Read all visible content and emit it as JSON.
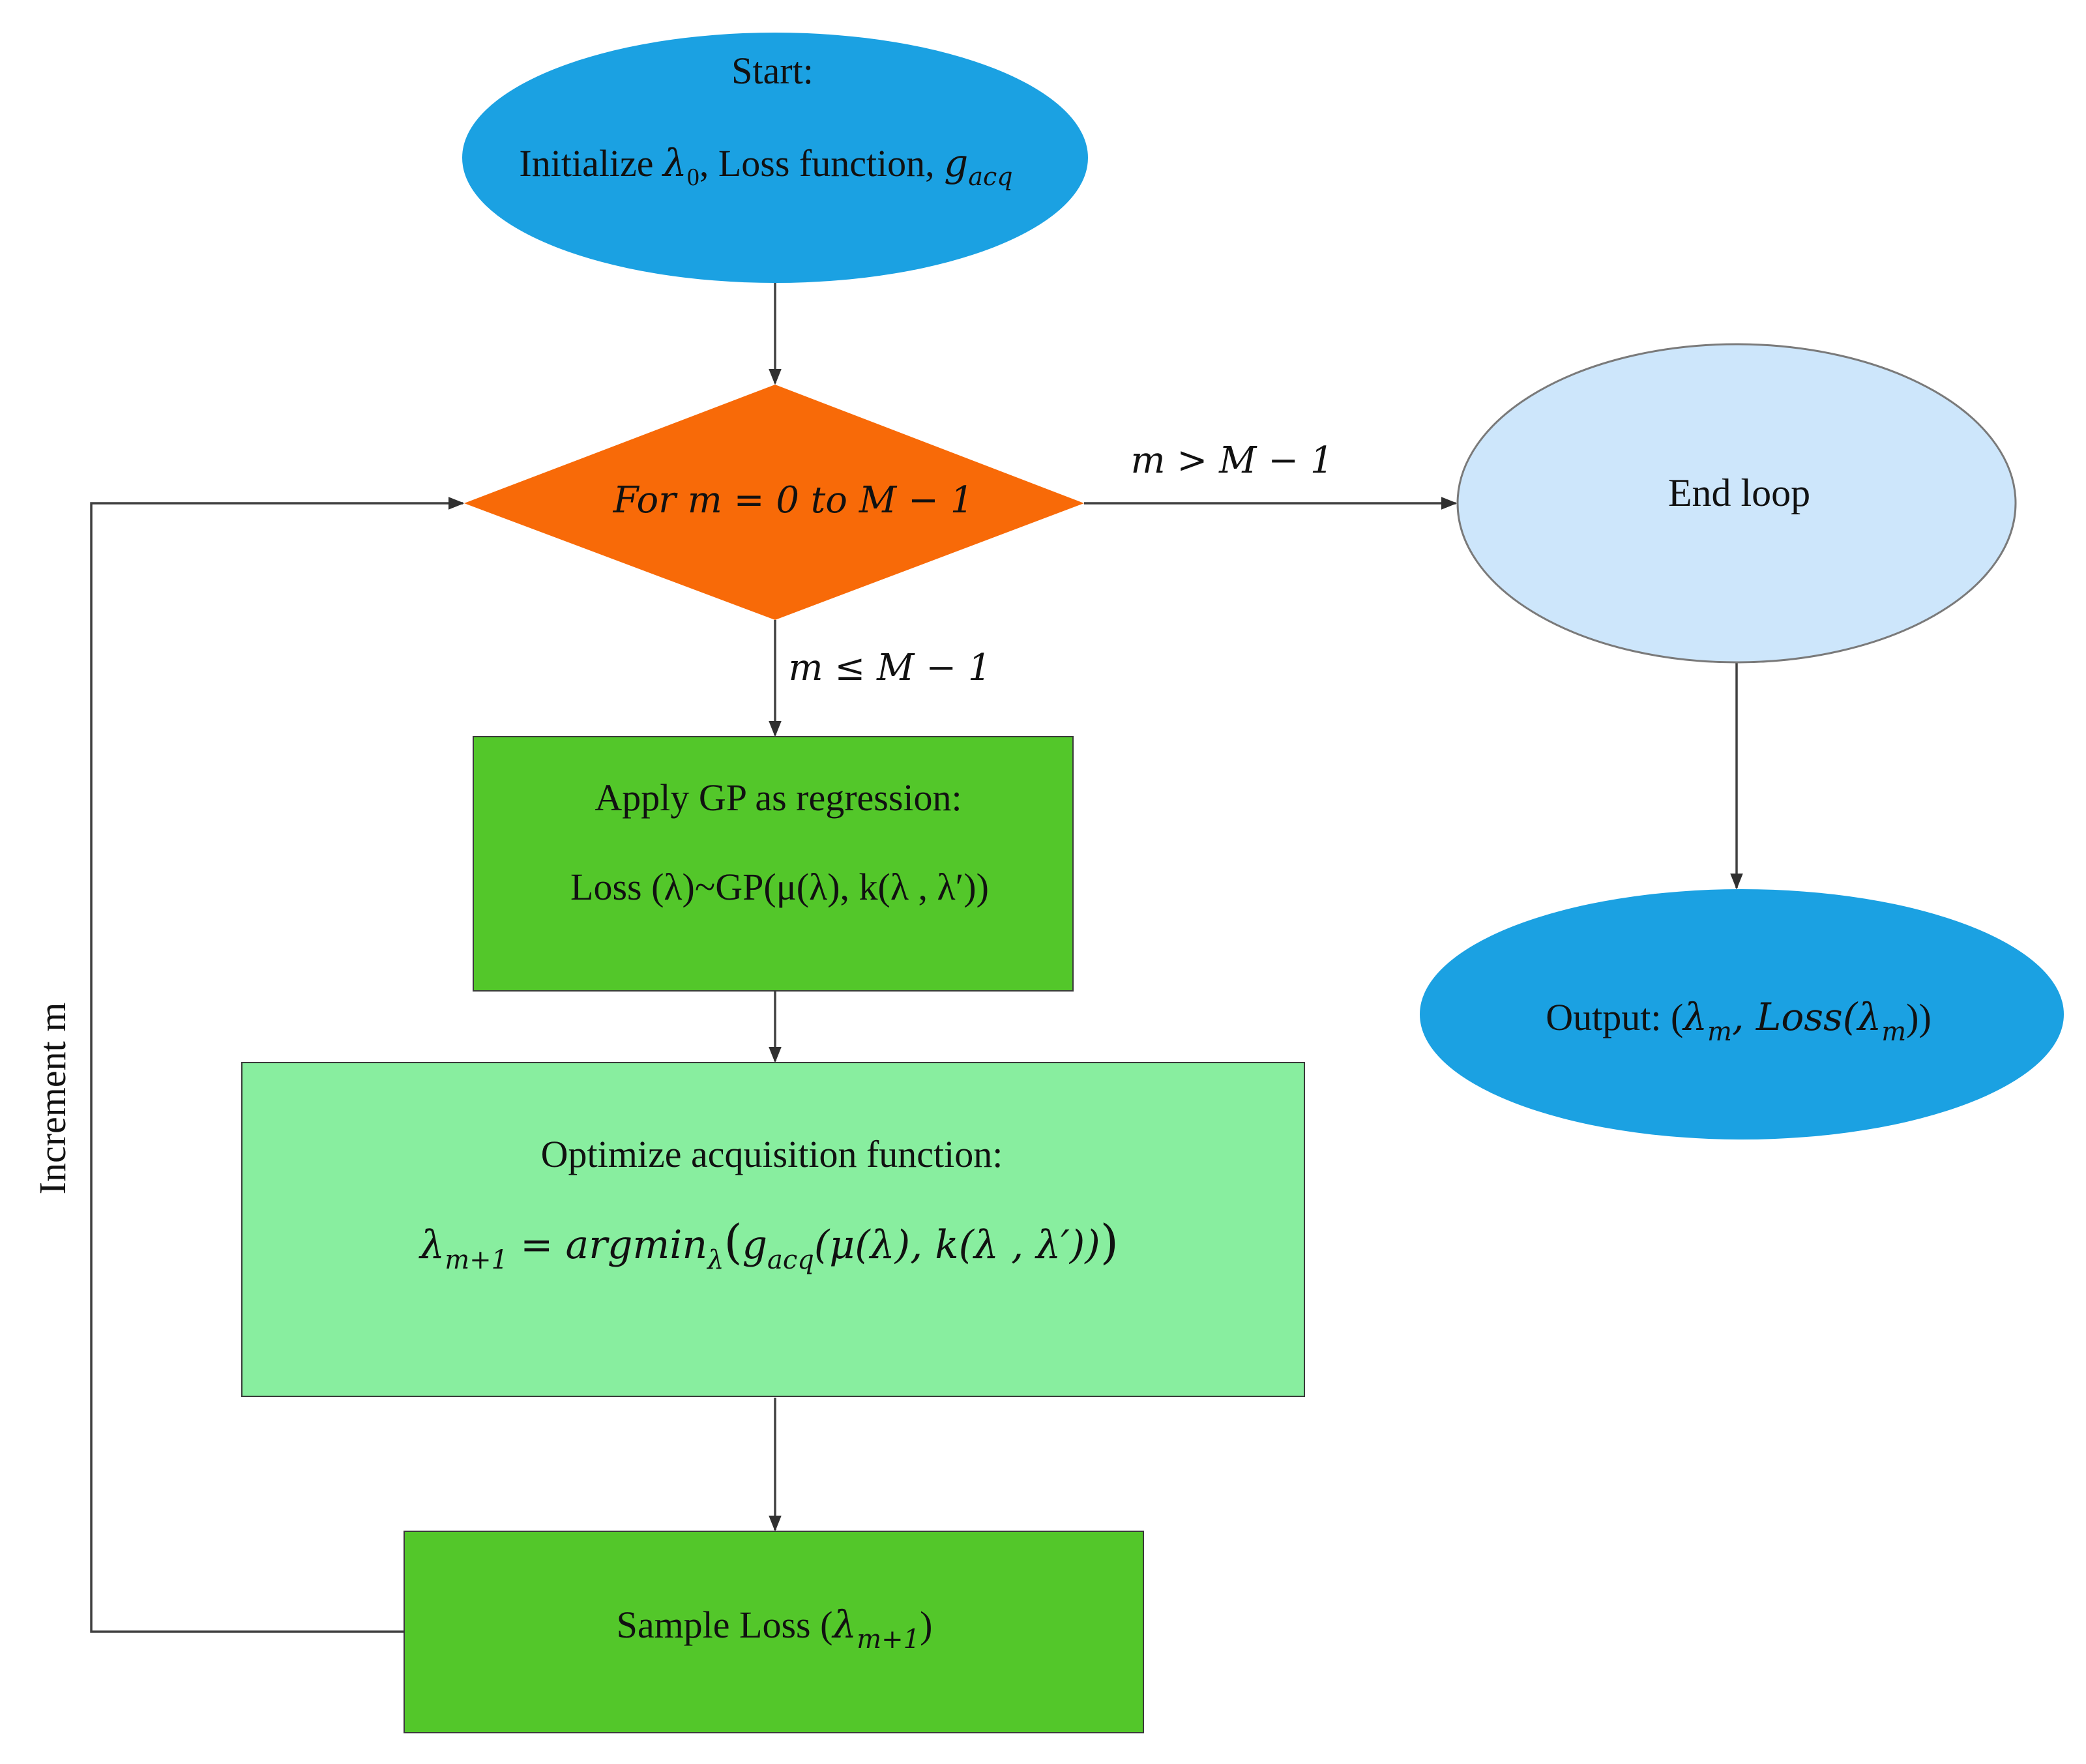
{
  "nodes": {
    "start": {
      "title": "Start:",
      "line_prefix": "Initialize ",
      "lambda": "λ",
      "lambda_sub": "0",
      "mid": ", Loss function, ",
      "g": "g",
      "g_sub": "acq",
      "color": "#1ba1e2"
    },
    "loop_decision": {
      "label": "For m = 0 to M − 1",
      "color": "#f86a08"
    },
    "gp_regression": {
      "title": "Apply GP as regression:",
      "formula": "Loss (λ)~GP(μ(λ), k(λ , λ′))",
      "color": "#53c72a"
    },
    "acquisition": {
      "title": "Optimize acquisition function:",
      "lhs": "λ",
      "lhs_sub": "m+1",
      "eq": " = argmin",
      "eq_sub": "λ",
      "paren_open": "(",
      "g": "g",
      "g_sub": "acq",
      "rest": "(μ(λ), k(λ , λ′))",
      "paren_close": ")",
      "color": "#88ee9f"
    },
    "sample": {
      "prefix": "Sample Loss (",
      "lambda": "λ",
      "lambda_sub": "m+1",
      "suffix": ")",
      "color": "#53c72a"
    },
    "end_loop": {
      "label": "End loop",
      "color": "#cde6fb"
    },
    "output": {
      "prefix": "Output: (",
      "l1": "λ",
      "l1_sub": "m",
      "mid": ", Loss(",
      "l2": "λ",
      "l2_sub": "m",
      "suffix": "))",
      "color": "#1ba1e2"
    }
  },
  "edges": {
    "exit_condition": "m > M − 1",
    "continue_condition": "m ≤ M − 1",
    "loop_back": "Increment m"
  }
}
